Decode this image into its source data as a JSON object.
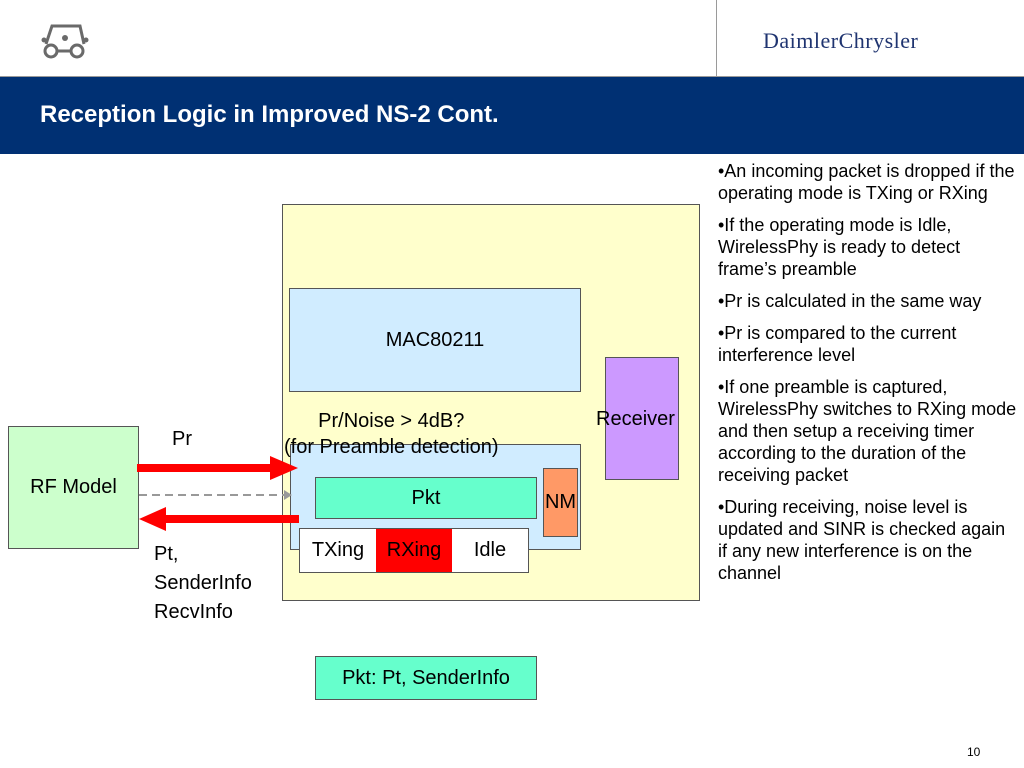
{
  "header": {
    "brand": "DaimlerChrysler",
    "logo_icon": "car-logo-icon"
  },
  "slide": {
    "title": "Reception Logic in Improved NS-2 Cont.",
    "page_number": "10"
  },
  "diagram": {
    "mac": "MAC80211",
    "receiver": "Receiver",
    "condition_line1": "Pr/Noise > 4dB?",
    "condition_line2": "(for Preamble detection)",
    "pkt": "Pkt",
    "nm": "NM",
    "modes": [
      "TXing",
      "RXing",
      "Idle"
    ],
    "rf_model": "RF Model",
    "pr_label": "Pr",
    "pt_label_lines": [
      "Pt,",
      "SenderInfo",
      "RecvInfo"
    ],
    "pkt_info": "Pkt: Pt, SenderInfo",
    "colors": {
      "arrow": "#ff0000",
      "active_mode": "#ff0000",
      "title_bar": "#003073"
    }
  },
  "bullets": [
    "•An incoming packet is dropped if the operating mode is TXing or RXing",
    "•If the operating mode is Idle, WirelessPhy is ready to detect frame’s preamble",
    "•Pr is calculated in the same way",
    "•Pr is compared to the current interference level",
    "•If one preamble is captured, WirelessPhy switches to RXing mode and then setup a receiving timer according to the duration of the receiving packet",
    "•During receiving, noise level is updated and SINR is checked again if any new interference is on the channel"
  ]
}
